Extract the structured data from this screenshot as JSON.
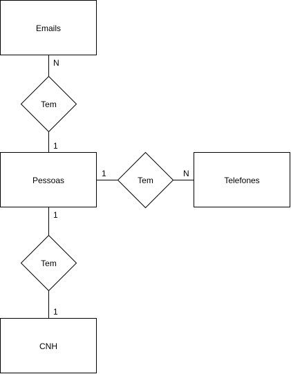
{
  "diagram": {
    "entities": {
      "emails": "Emails",
      "pessoas": "Pessoas",
      "telefones": "Telefones",
      "cnh": "CNH"
    },
    "relationships": {
      "emails_pessoas": "Tem",
      "pessoas_telefones": "Tem",
      "pessoas_cnh": "Tem"
    },
    "cardinalities": {
      "emails_side": "N",
      "pessoas_top": "1",
      "pessoas_right": "1",
      "telefones_side": "N",
      "pessoas_bottom": "1",
      "cnh_side": "1"
    }
  }
}
